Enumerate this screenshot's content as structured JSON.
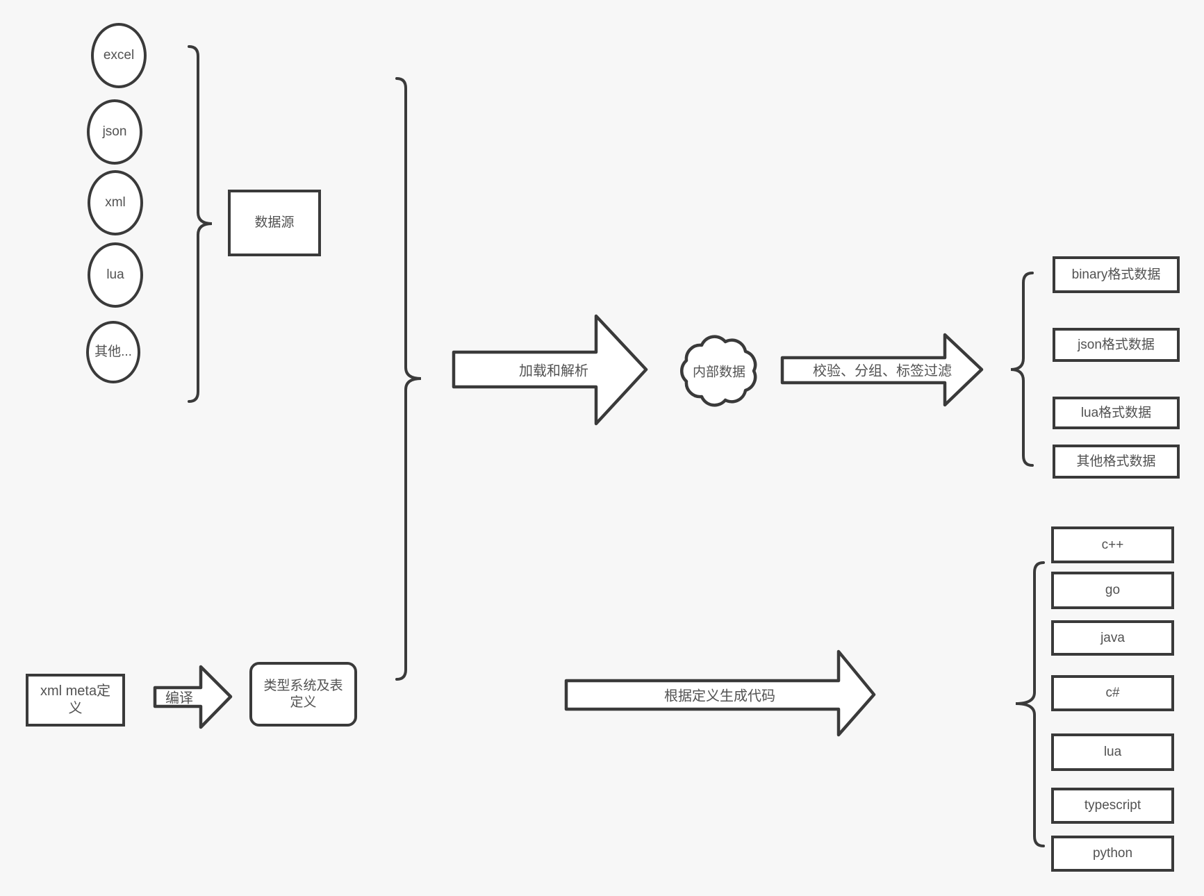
{
  "colors": {
    "background": "#f7f7f7",
    "stroke": "#3a3a3a",
    "text": "#525252",
    "shape_fill": "#ffffff"
  },
  "sources": {
    "group_label": "数据源",
    "items": [
      "excel",
      "json",
      "xml",
      "lua",
      "其他..."
    ]
  },
  "pipeline": {
    "load_parse_label": "加载和解析",
    "internal_data_label": "内部数据",
    "validate_label": "校验、分组、标签过滤",
    "codegen_label": "根据定义生成代码",
    "compile_label": "编译"
  },
  "definitions": {
    "xml_meta_label": "xml meta定义",
    "type_system_label": "类型系统及表定义"
  },
  "output_formats": [
    "binary格式数据",
    "json格式数据",
    "lua格式数据",
    "其他格式数据"
  ],
  "languages": [
    "c++",
    "go",
    "java",
    "c#",
    "lua",
    "typescript",
    "python"
  ]
}
